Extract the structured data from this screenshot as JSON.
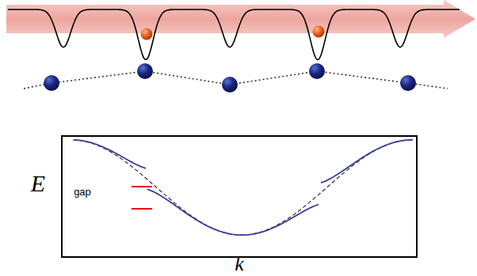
{
  "diagram": {
    "labels": [
      "E",
      "gap",
      "k"
    ]
  }
}
